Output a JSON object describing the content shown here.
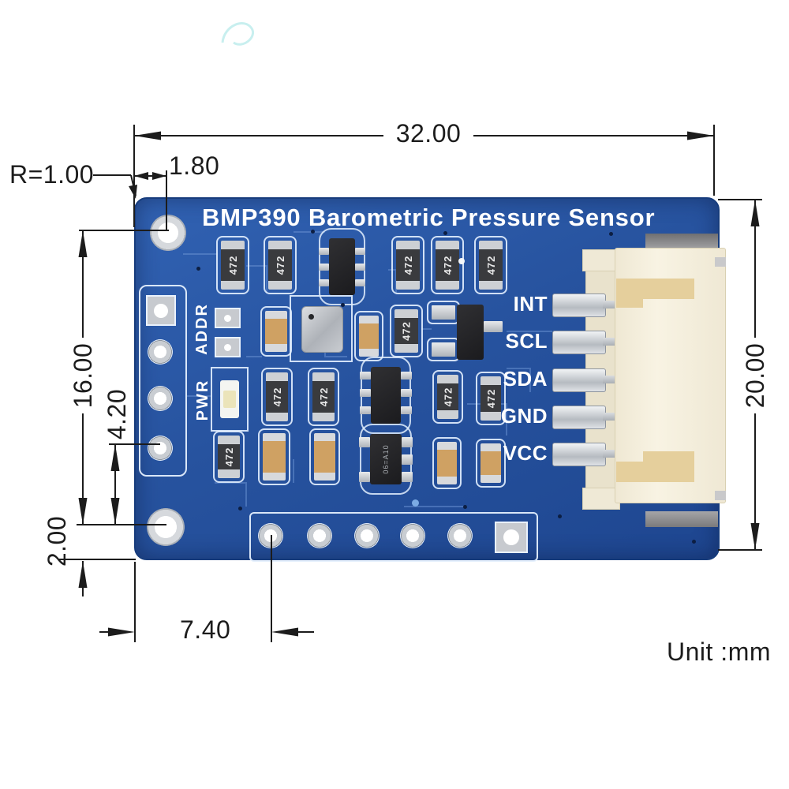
{
  "board": {
    "title": "BMP390 Barometric Pressure Sensor",
    "pin_labels": [
      "INT",
      "SCL",
      "SDA",
      "GND",
      "VCC"
    ],
    "addr_label": "ADDR",
    "pwr_label": "PWR",
    "resistor_marking": "472",
    "regulator_marking": "06=A10",
    "colors": {
      "pcb_blue": "#27539f",
      "silkscreen": "#e0edfd",
      "connector_cream": "#f3eedd",
      "capacitor_tan": "#cfa163"
    }
  },
  "dimensions": {
    "board_width": "32.00",
    "board_height": "20.00",
    "hole_offset_x": "1.80",
    "corner_radius": "R=1.00",
    "hole_pitch_y": "16.00",
    "pad_to_hole": "4.20",
    "hole_to_edge": "2.00",
    "edge_to_pad": "7.40",
    "unit": "Unit :mm"
  }
}
